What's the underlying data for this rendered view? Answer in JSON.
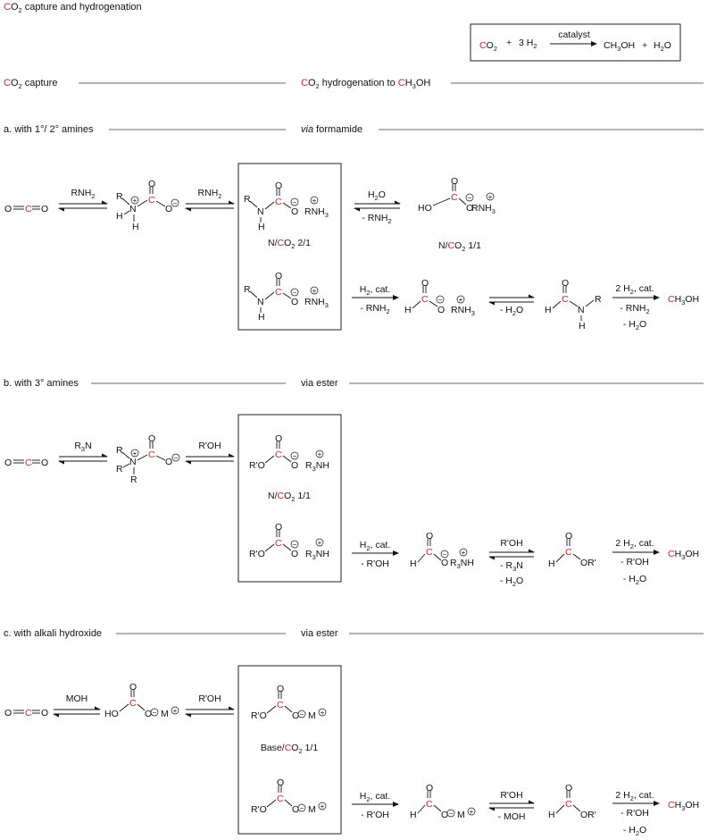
{
  "colors": {
    "highlight": "#e0201b",
    "ink": "#111111"
  },
  "title": {
    "a": "C",
    "b": "O",
    "c": "2",
    "d": " capture and hydrogenation"
  },
  "overall": {
    "label": "catalyst",
    "co2_c": "C",
    "co2_o": "O",
    "co2_sub": "2",
    "plus1": "+",
    "h2": "3 H",
    "h2_sub": "2",
    "meoh_a": "CH",
    "meoh_sub": "3",
    "meoh_b": "OH",
    "plus2": "+",
    "water_a": "H",
    "water_sub": "2",
    "water_b": "O"
  },
  "columns": {
    "left": {
      "a": "C",
      "b": "O",
      "sub": "2",
      "c": " capture"
    },
    "right": {
      "a": "C",
      "b": "O",
      "sub": "2",
      "c": " hydrogenation to ",
      "d": "C",
      "e": "H",
      "sub2": "3",
      "f": "OH"
    }
  },
  "sections": {
    "a": {
      "left": "a.  with 1°/ 2° amines",
      "right_italic": "via",
      "right_rest": " formamide"
    },
    "b": {
      "left": "b.  with 3° amines",
      "right": "via ester"
    },
    "c": {
      "left": "c.  with alkali hydroxide",
      "right": "via ester"
    }
  },
  "atoms": {
    "O": "O",
    "C": "C",
    "N": "N",
    "H": "H",
    "R": "R",
    "HO": "HO",
    "RO": "R'O",
    "M": "M",
    "Rp": "R'",
    "ORp": "OR'",
    "R3": "R",
    "R3sub": "3",
    "RNH": "RNH",
    "RNHsub": "3",
    "R3NH_a": "R",
    "R3NH_sub": "3",
    "R3NH_b": "NH",
    "minus": "−",
    "plus": "+"
  },
  "conditions": {
    "rnh2": {
      "a": "RNH",
      "sub": "2"
    },
    "h2o": {
      "a": "H",
      "sub": "2",
      "b": "O"
    },
    "minus_rnh2": {
      "a": "- RNH",
      "sub": "2"
    },
    "h2cat": {
      "a": "H",
      "sub": "2",
      "b": ", cat."
    },
    "minus_h2o": {
      "a": "- H",
      "sub": "2",
      "b": "O"
    },
    "two_h2cat": {
      "a": "2 H",
      "sub": "2",
      "b": ", cat."
    },
    "r3n": {
      "a": "R",
      "sub": "3",
      "b": "N"
    },
    "roh": "R'OH",
    "minus_roh": "- R'OH",
    "minus_r3n": {
      "a": "- R",
      "sub": "3",
      "b": "N"
    },
    "moh": "MOH",
    "minus_moh": "- MOH"
  },
  "ratios": {
    "a21": {
      "a": "N/",
      "b": "C",
      "c": "O",
      "sub": "2",
      "d": " 2/1"
    },
    "a11": {
      "a": "N/",
      "b": "C",
      "c": "O",
      "sub": "2",
      "d": " 1/1"
    },
    "b11": {
      "a": "N/",
      "b": "C",
      "c": "O",
      "sub": "2",
      "d": " 1/1"
    },
    "c11": {
      "a": "Base/",
      "b": "C",
      "c": "O",
      "sub": "2",
      "d": " 1/1"
    }
  },
  "product": {
    "c": "C",
    "rest": "H",
    "sub": "3",
    "oh": "OH"
  }
}
